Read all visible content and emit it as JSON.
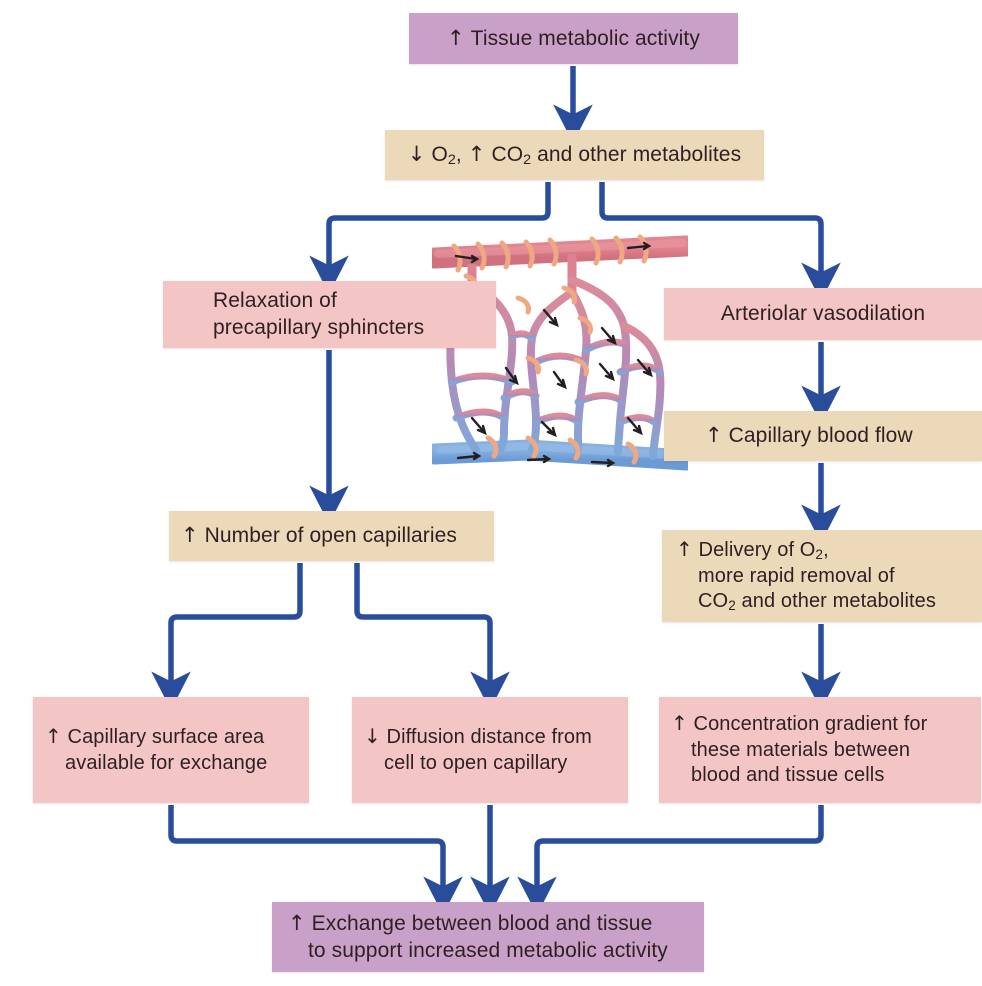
{
  "diagram": {
    "title": "Effects of increased tissue metabolic activity on capillary exchange",
    "colors": {
      "purple": "#c9a0c8",
      "tan": "#ecd9b9",
      "pink": "#f3c6c5",
      "connector_blue": "#2a4d9b",
      "text": "#2f1f22",
      "background": "#ffffff",
      "arteriole_red": "#e08f96",
      "venule_blue": "#7fa9dc",
      "sphincter_orange": "#f0a882"
    },
    "nodes": [
      {
        "id": "tissue",
        "color": "purple",
        "arrow": "up",
        "lines": [
          "Tissue metabolic activity"
        ],
        "text": "↑ Tissue metabolic activity"
      },
      {
        "id": "gases",
        "color": "tan",
        "arrow": "down",
        "lines": [
          "↓ O2, ↑ CO2 and other metabolites"
        ],
        "text": "↓ O₂, ↑ CO₂ and other metabolites"
      },
      {
        "id": "relaxation",
        "color": "pink",
        "arrow": "none",
        "lines": [
          "Relaxation of",
          "precapillary sphincters"
        ],
        "text": "Relaxation of precapillary sphincters"
      },
      {
        "id": "arteriolar",
        "color": "pink",
        "arrow": "none",
        "lines": [
          "Arteriolar vasodilation"
        ],
        "text": "Arteriolar vasodilation"
      },
      {
        "id": "capillary-blood-flow",
        "color": "tan",
        "arrow": "up",
        "lines": [
          "↑ Capillary blood flow"
        ],
        "text": "↑ Capillary blood flow"
      },
      {
        "id": "open-capillaries",
        "color": "tan",
        "arrow": "up",
        "lines": [
          "↑ Number of open capillaries"
        ],
        "text": "↑ Number of open capillaries"
      },
      {
        "id": "delivery",
        "color": "tan",
        "arrow": "up",
        "lines": [
          "↑ Delivery of O2,",
          "more rapid removal of",
          "CO2 and other metabolites"
        ],
        "text": "↑ Delivery of O₂, more rapid removal of CO₂ and other metabolites"
      },
      {
        "id": "surface-area",
        "color": "pink",
        "arrow": "up",
        "lines": [
          "↑ Capillary surface area",
          "available for exchange"
        ],
        "text": "↑ Capillary surface area available for exchange"
      },
      {
        "id": "diffusion-distance",
        "color": "pink",
        "arrow": "down",
        "lines": [
          "↓ Diffusion distance from",
          "cell to open capillary"
        ],
        "text": "↓ Diffusion distance from cell to open capillary"
      },
      {
        "id": "gradient",
        "color": "pink",
        "arrow": "up",
        "lines": [
          "↑ Concentration gradient for",
          "these materials between",
          "blood and tissue cells"
        ],
        "text": "↑ Concentration gradient for these materials between blood and tissue cells"
      },
      {
        "id": "exchange",
        "color": "purple",
        "arrow": "up",
        "lines": [
          "↑ Exchange between blood and tissue",
          "to support increased metabolic activity"
        ],
        "text": "↑ Exchange between blood and tissue to support increased metabolic activity"
      }
    ],
    "node_text": {
      "tissue_arrow": "↑",
      "tissue_label": "Tissue metabolic activity",
      "gases_down_arrow": "↓",
      "gases_o2": "O",
      "gases_o2_sub": "2",
      "gases_comma": ",",
      "gases_up_arrow": "↑",
      "gases_co2": "CO",
      "gases_co2_sub": "2",
      "gases_tail": "and other metabolites",
      "relaxation_line1": "Relaxation of",
      "relaxation_line2": "precapillary sphincters",
      "arteriolar_label": "Arteriolar vasodilation",
      "capflow_arrow": "↑",
      "capflow_label": "Capillary blood flow",
      "opencap_arrow": "↑",
      "opencap_label": "Number of open capillaries",
      "delivery_arrow": "↑",
      "delivery_l1a": "Delivery of O",
      "delivery_l1sub": "2",
      "delivery_l1b": ",",
      "delivery_l2": "more rapid removal of",
      "delivery_l3a": "CO",
      "delivery_l3sub": "2",
      "delivery_l3b": " and other metabolites",
      "surface_arrow": "↑",
      "surface_l1": "Capillary surface area",
      "surface_l2": "available for exchange",
      "diffusion_arrow": "↓",
      "diffusion_l1": "Diffusion distance from",
      "diffusion_l2": "cell to open capillary",
      "gradient_arrow": "↑",
      "gradient_l1": "Concentration gradient for",
      "gradient_l2": "these materials between",
      "gradient_l3": "blood and tissue cells",
      "exchange_arrow": "↑",
      "exchange_l1": "Exchange between blood and tissue",
      "exchange_l2": "to support increased metabolic activity"
    },
    "illustration": {
      "name": "capillary-bed-diagram",
      "description": "Arteriole with precapillary sphincters feeding a capillary bed draining into a venule",
      "parts": [
        "arteriole",
        "precapillary-sphincters",
        "capillary-network",
        "venule",
        "flow-arrows"
      ]
    },
    "flow_edges": [
      {
        "from": "tissue",
        "to": "gases",
        "style": "straight-down"
      },
      {
        "from": "gases",
        "to": "relaxation",
        "style": "branch-left"
      },
      {
        "from": "gases",
        "to": "arteriolar",
        "style": "branch-right"
      },
      {
        "from": "relaxation",
        "to": "open-capillaries",
        "style": "straight-down"
      },
      {
        "from": "arteriolar",
        "to": "capillary-blood-flow",
        "style": "straight-down"
      },
      {
        "from": "capillary-blood-flow",
        "to": "delivery",
        "style": "straight-down"
      },
      {
        "from": "open-capillaries",
        "to": "surface-area",
        "style": "branch-left"
      },
      {
        "from": "open-capillaries",
        "to": "diffusion-distance",
        "style": "branch-right"
      },
      {
        "from": "delivery",
        "to": "gradient",
        "style": "straight-down"
      },
      {
        "from": "surface-area",
        "to": "exchange",
        "style": "converge-right"
      },
      {
        "from": "diffusion-distance",
        "to": "exchange",
        "style": "straight-down"
      },
      {
        "from": "gradient",
        "to": "exchange",
        "style": "converge-left"
      }
    ]
  }
}
